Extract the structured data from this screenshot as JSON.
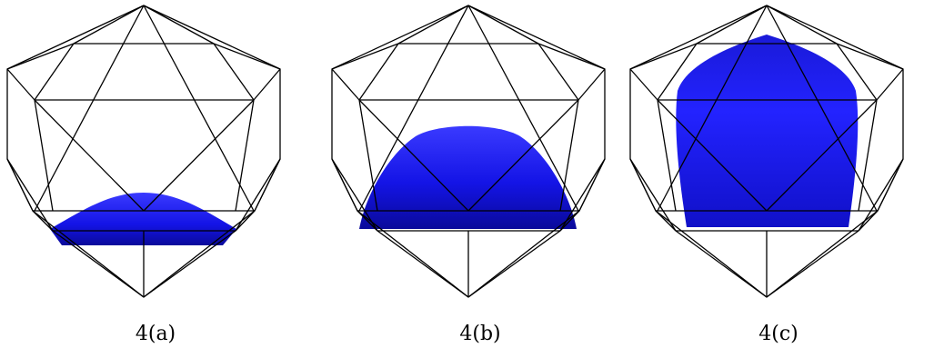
{
  "figure": {
    "panels": [
      {
        "caption": "4(a)",
        "blob": "shallow-cap"
      },
      {
        "caption": "4(b)",
        "blob": "dome"
      },
      {
        "caption": "4(c)",
        "blob": "near-full"
      }
    ],
    "colors": {
      "blob_light": "#3a3aff",
      "blob_mid": "#1414e6",
      "blob_dark": "#0a0a9a",
      "wireframe": "#000000"
    }
  }
}
